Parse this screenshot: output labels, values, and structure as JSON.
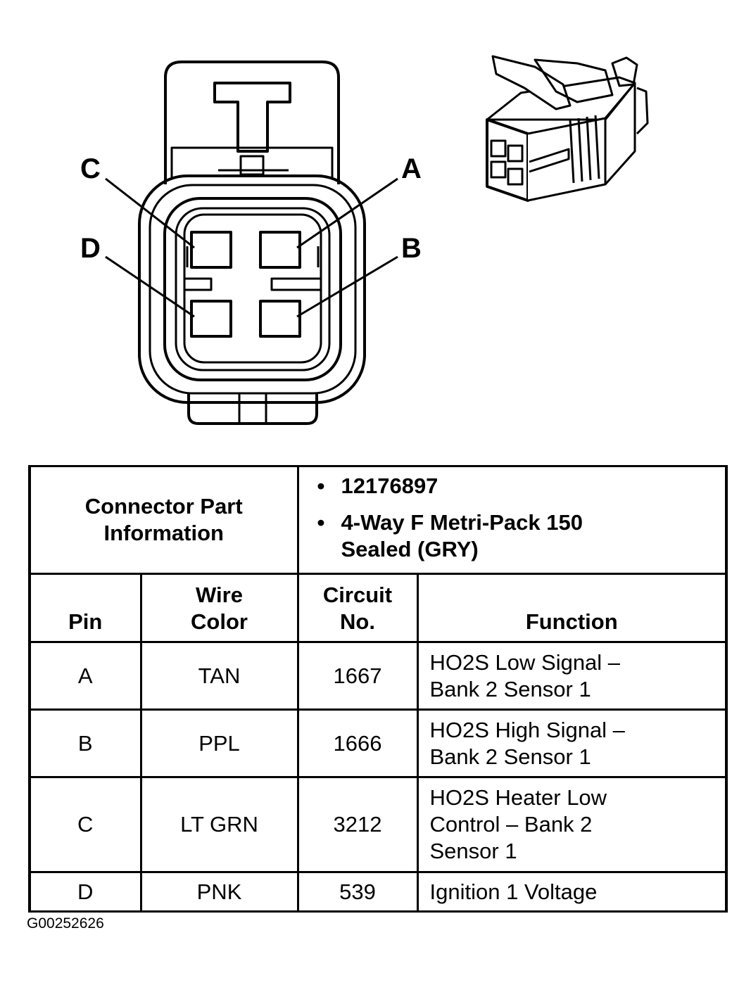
{
  "connector_face": {
    "pin_labels": {
      "a": "A",
      "b": "B",
      "c": "C",
      "d": "D"
    }
  },
  "connector_info": {
    "label": "Connector Part Information",
    "part_number": "12176897",
    "description": "4-Way F Metri-Pack 150 Sealed (GRY)"
  },
  "table": {
    "headers": {
      "pin": "Pin",
      "wire_color": "Wire Color",
      "circuit": "Circuit No.",
      "function": "Function"
    },
    "rows": [
      {
        "pin": "A",
        "wire_color": "TAN",
        "circuit": "1667",
        "function": "HO2S Low Signal – Bank 2 Sensor 1"
      },
      {
        "pin": "B",
        "wire_color": "PPL",
        "circuit": "1666",
        "function": "HO2S High Signal – Bank 2 Sensor 1"
      },
      {
        "pin": "C",
        "wire_color": "LT GRN",
        "circuit": "3212",
        "function": "HO2S Heater Low Control – Bank 2 Sensor 1"
      },
      {
        "pin": "D",
        "wire_color": "PNK",
        "circuit": "539",
        "function": "Ignition 1 Voltage"
      }
    ]
  },
  "figure_code": "G00252626"
}
